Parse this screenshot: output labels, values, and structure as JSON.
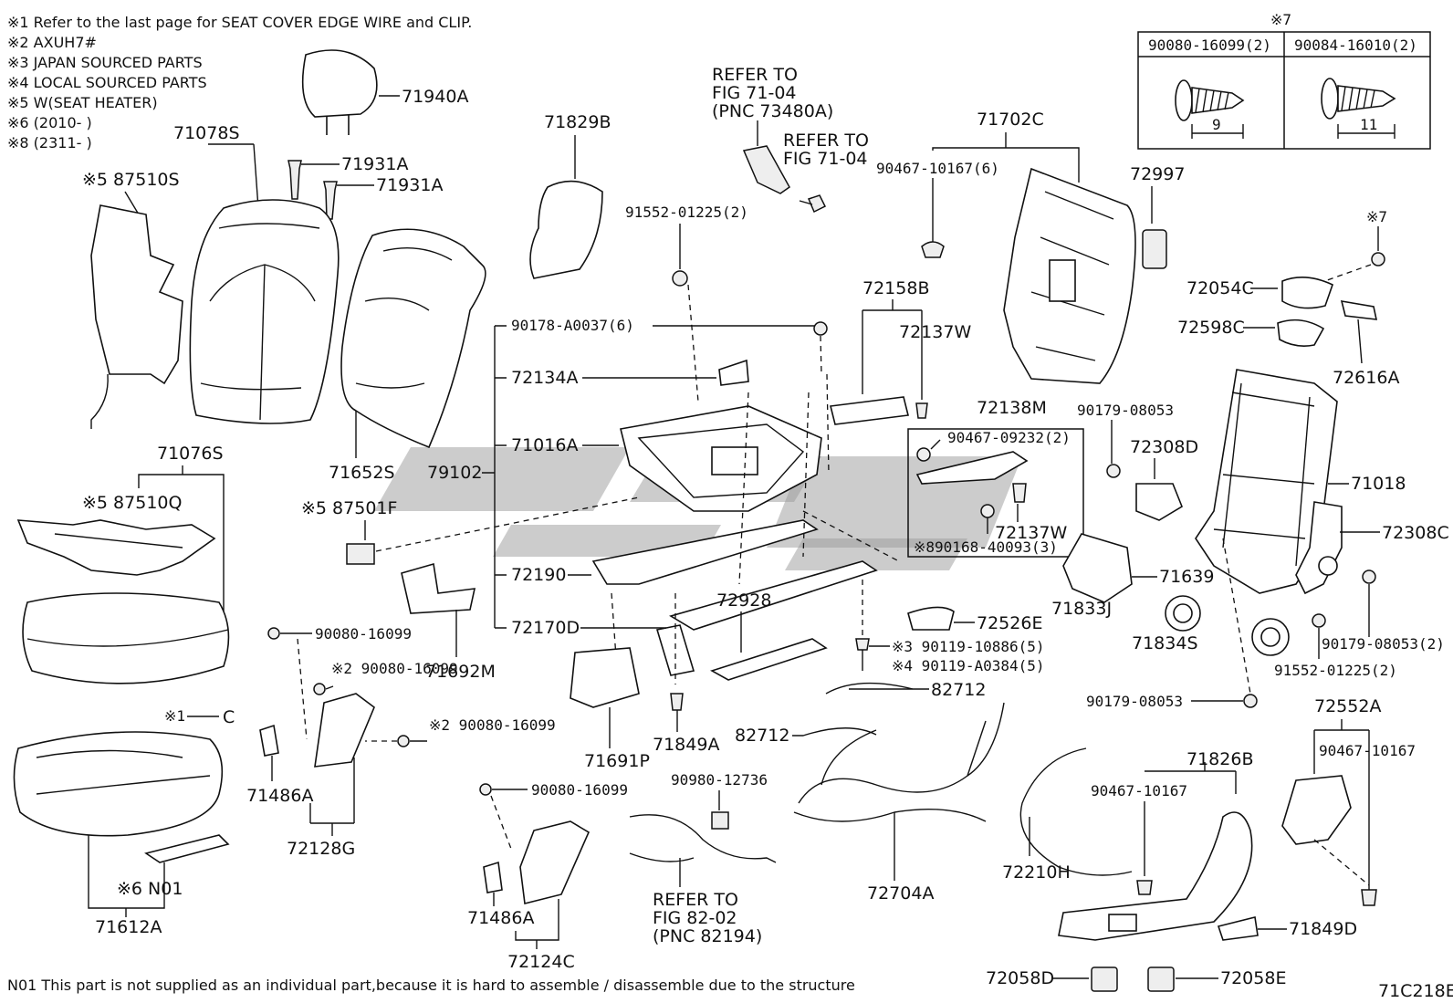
{
  "notes": [
    "※1 Refer to the last page for SEAT COVER EDGE WIRE and CLIP.",
    "※2 AXUH7#",
    "※3 JAPAN SOURCED PARTS",
    "※4 LOCAL SOURCED PARTS",
    "※5 W(SEAT HEATER)",
    "※6 (2010-        )",
    "※8 (2311-        )"
  ],
  "footnote": "N01 This part is not supplied as an individual part,because it is hard to assemble / disassemble due to the structure",
  "figure_code": "71C218E",
  "callout7": {
    "marker": "※7",
    "col1": "90080-16099(2)",
    "col2": "90084-16010(2)",
    "dim1": "9",
    "dim2": "11"
  },
  "refs": {
    "r1": [
      "REFER TO",
      "FIG 71-04",
      "(PNC 73480A)"
    ],
    "r2": [
      "REFER TO",
      "FIG 71-04"
    ],
    "r3": [
      "REFER TO",
      "FIG 82-02",
      "(PNC 82194)"
    ]
  },
  "parts": {
    "p71940A": "71940A",
    "p71931A_1": "71931A",
    "p71931A_2": "71931A",
    "p71078S": "71078S",
    "p87510S": "※5 87510S",
    "p71829B": "71829B",
    "p71702C": "71702C",
    "p90467_10167_6": "90467-10167(6)",
    "p72997": "72997",
    "p91552_01225_2a": "91552-01225(2)",
    "p90178": "90178-A0037(6)",
    "p72134A": "72134A",
    "p71016A": "71016A",
    "p79102": "79102",
    "p72190": "72190",
    "p72170D": "72170D",
    "p71652S": "71652S",
    "p87501F": "※5 87501F",
    "p71076S": "71076S",
    "p87510Q": "※5 87510Q",
    "p72158B": "72158B",
    "p72137W_1": "72137W",
    "p72138M": "72138M",
    "p90467_09232": "90467-09232(2)",
    "p72137W_2": "72137W",
    "p890168": "※890168-40093(3)",
    "p72054C": "72054C",
    "p72598C": "72598C",
    "p72616A": "72616A",
    "p7mark": "※7",
    "p90179_08053_a": "90179-08053",
    "p72308D": "72308D",
    "p71018": "71018",
    "p72308C": "72308C",
    "p71639": "71639",
    "p71833J": "71833J",
    "p71834S": "71834S",
    "p90179_08053_2": "90179-08053(2)",
    "p91552_01225_2b": "91552-01225(2)",
    "p72526E": "72526E",
    "p90119_10886": "※3 90119-10886(5)",
    "p90119_A0384": "※4 90119-A0384(5)",
    "p72928": "72928",
    "p82712_a": "82712",
    "p82712_b": "82712",
    "p71692M": "71692M",
    "p90080_a": "90080-16099",
    "p90080_b": "※2 90080-16099",
    "p90080_c": "※2 90080-16099",
    "p90080_d": "90080-16099",
    "p71691P": "71691P",
    "p71849A": "71849A",
    "p90980": "90980-12736",
    "p90179_08053_b": "90179-08053",
    "p72552A": "72552A",
    "p71826B": "71826B",
    "p90467_10167_a": "90467-10167",
    "p90467_10167_b": "90467-10167",
    "p72210H": "72210H",
    "p72704A": "72704A",
    "p71849D": "71849D",
    "p72058D": "72058D",
    "p72058E": "72058E",
    "p71486A_1": "71486A",
    "p72128G": "72128G",
    "p71486A_2": "71486A",
    "p72124C": "72124C",
    "p1mark": "※1",
    "p1clip": "C",
    "p6N01": "※6 N01",
    "p71612A": "71612A"
  }
}
